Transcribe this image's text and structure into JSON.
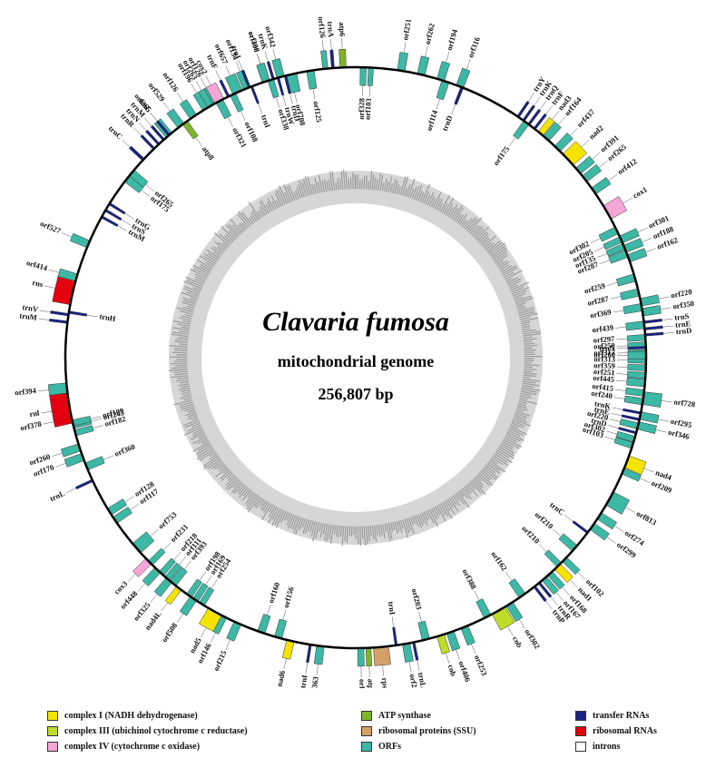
{
  "title": {
    "species": "Clavaria fumosa",
    "subtitle": "mitochondrial genome",
    "size": "256,807 bp"
  },
  "colors": {
    "complex1": "#f5e400",
    "complex3": "#bfdc2a",
    "complex4": "#f4a6d6",
    "atp": "#7fb52b",
    "ribo_ssu": "#d4a06a",
    "orf": "#3cb8a5",
    "trna": "#1a237e",
    "rrna": "#e3000f",
    "intron": "#ffffff"
  },
  "legend": [
    {
      "key": "complex1",
      "label": "complex I (NADH dehydrogenase)"
    },
    {
      "key": "complex3",
      "label": "complex III (ubichinol cytochrome c reductase)"
    },
    {
      "key": "complex4",
      "label": "complex IV (cytochrome c oxidase)"
    },
    {
      "key": "atp",
      "label": "ATP synthase"
    },
    {
      "key": "ribo_ssu",
      "label": "ribosomal proteins (SSU)"
    },
    {
      "key": "orf",
      "label": "ORFs"
    },
    {
      "key": "trna",
      "label": "transfer RNAs"
    },
    {
      "key": "rrna",
      "label": "ribosomal RNAs"
    },
    {
      "key": "intron",
      "label": "introns"
    }
  ],
  "genes": [
    {
      "name": "orf126",
      "a": -34,
      "strand": "out",
      "type": "orf",
      "w": 1.5
    },
    {
      "name": "orf196",
      "a": -31,
      "strand": "out",
      "type": "orf",
      "w": 1.5
    },
    {
      "name": "orf126",
      "a": -29,
      "strand": "out",
      "type": "orf",
      "w": 1.2
    },
    {
      "name": "orf134",
      "a": -22,
      "strand": "out",
      "type": "orf",
      "w": 1.5
    },
    {
      "name": "orf406",
      "a": -18,
      "strand": "out",
      "type": "orf",
      "w": 1.5
    },
    {
      "name": "orf126",
      "a": -6,
      "strand": "out",
      "type": "orf",
      "w": 1
    },
    {
      "name": "trnA",
      "a": -4.5,
      "strand": "out",
      "type": "trna",
      "w": 0.6
    },
    {
      "name": "atp6",
      "a": -2.5,
      "strand": "out",
      "type": "atp",
      "w": 1.2
    },
    {
      "name": "orf251",
      "a": 9,
      "strand": "out",
      "type": "orf",
      "w": 1.5
    },
    {
      "name": "orf262",
      "a": 13,
      "strand": "out",
      "type": "orf",
      "w": 1.5
    },
    {
      "name": "orf194",
      "a": 17,
      "strand": "out",
      "type": "orf",
      "w": 1.5
    },
    {
      "name": "orf316",
      "a": 21,
      "strand": "out",
      "type": "orf",
      "w": 1.5
    },
    {
      "name": "trnY",
      "a": 34,
      "strand": "out",
      "type": "trna",
      "w": 0.5
    },
    {
      "name": "trnK",
      "a": 35.3,
      "strand": "out",
      "type": "trna",
      "w": 0.5
    },
    {
      "name": "trnQ",
      "a": 36.6,
      "strand": "out",
      "type": "trna",
      "w": 0.5
    },
    {
      "name": "trnF",
      "a": 38,
      "strand": "out",
      "type": "trna",
      "w": 0.5
    },
    {
      "name": "nad3",
      "a": 39.5,
      "strand": "out",
      "type": "complex1",
      "w": 1.2
    },
    {
      "name": "orf164",
      "a": 41,
      "strand": "out",
      "type": "orf",
      "w": 1.5
    },
    {
      "name": "orf265",
      "a": -40,
      "strand": "out",
      "type": "orf",
      "w": 1.5
    },
    {
      "name": "orf708",
      "a": -13,
      "strand": "in",
      "type": "orf",
      "w": 2.5
    },
    {
      "name": "orf125",
      "a": -9,
      "strand": "in",
      "type": "orf",
      "w": 1.5
    },
    {
      "name": "orf328",
      "a": 1.5,
      "strand": "in",
      "type": "orf",
      "w": 1.2
    },
    {
      "name": "orf103",
      "a": 3,
      "strand": "in",
      "type": "orf",
      "w": 1
    },
    {
      "name": "orf114",
      "a": 18,
      "strand": "in",
      "type": "orf",
      "w": 1.5
    },
    {
      "name": "trnD",
      "a": 21.5,
      "strand": "in",
      "type": "trna",
      "w": 0.6
    },
    {
      "name": "orf175",
      "a": 36,
      "strand": "in",
      "type": "orf",
      "w": 1.3
    },
    {
      "name": "trnC",
      "a": -47,
      "strand": "out",
      "type": "trna",
      "w": 0.6
    },
    {
      "name": "atp8",
      "a": -36,
      "strand": "in",
      "type": "atp",
      "w": 1.2
    },
    {
      "name": "orf437",
      "a": 44,
      "strand": "out",
      "type": "orf",
      "w": 1.5
    },
    {
      "name": "nad2",
      "a": 47,
      "strand": "out",
      "type": "complex1",
      "w": 3
    },
    {
      "name": "orf391",
      "a": 50,
      "strand": "out",
      "type": "orf",
      "w": 1.5
    },
    {
      "name": "orf265",
      "a": 52,
      "strand": "out",
      "type": "orf",
      "w": 1.5
    },
    {
      "name": "orf412",
      "a": 55,
      "strand": "out",
      "type": "orf",
      "w": 1.5
    },
    {
      "name": "cox1",
      "a": 60,
      "strand": "out",
      "type": "complex4",
      "w": 3
    },
    {
      "name": "orf302",
      "a": 64,
      "strand": "in",
      "type": "orf",
      "w": 1.5
    },
    {
      "name": "orf205",
      "a": 66,
      "strand": "in",
      "type": "orf",
      "w": 1.2
    },
    {
      "name": "orf135",
      "a": 67.5,
      "strand": "in",
      "type": "orf",
      "w": 1.2
    },
    {
      "name": "orf287",
      "a": 69,
      "strand": "in",
      "type": "orf",
      "w": 1.5
    },
    {
      "name": "orf301",
      "a": 66,
      "strand": "out",
      "type": "orf",
      "w": 1.5
    },
    {
      "name": "orf188",
      "a": 68,
      "strand": "out",
      "type": "orf",
      "w": 1.5
    },
    {
      "name": "orf162",
      "a": 70,
      "strand": "out",
      "type": "orf",
      "w": 1.5
    },
    {
      "name": "orf259",
      "a": 74,
      "strand": "in",
      "type": "orf",
      "w": 1.5
    },
    {
      "name": "orf287",
      "a": 77,
      "strand": "in",
      "type": "orf",
      "w": 1.5
    },
    {
      "name": "orf369",
      "a": 80,
      "strand": "in",
      "type": "orf",
      "w": 1.5
    },
    {
      "name": "orf220",
      "a": 79,
      "strand": "out",
      "type": "orf",
      "w": 1.5
    },
    {
      "name": "orf350",
      "a": 81,
      "strand": "out",
      "type": "orf",
      "w": 1.5
    },
    {
      "name": "trnS",
      "a": 83,
      "strand": "out",
      "type": "trna",
      "w": 0.5
    },
    {
      "name": "trnE",
      "a": 84.3,
      "strand": "out",
      "type": "trna",
      "w": 0.5
    },
    {
      "name": "trnD",
      "a": 85.5,
      "strand": "out",
      "type": "trna",
      "w": 0.5
    },
    {
      "name": "orf439",
      "a": 83.5,
      "strand": "in",
      "type": "orf",
      "w": 1.5
    },
    {
      "name": "orf297",
      "a": 86,
      "strand": "in",
      "type": "orf",
      "w": 1.2
    },
    {
      "name": "orf258",
      "a": 87.5,
      "strand": "in",
      "type": "orf",
      "w": 1.2
    },
    {
      "name": "orf317",
      "a": 89,
      "strand": "in",
      "type": "orf",
      "w": 1.2
    },
    {
      "name": "orf313",
      "a": 90.5,
      "strand": "in",
      "type": "orf",
      "w": 1.2
    },
    {
      "name": "orf359",
      "a": 92,
      "strand": "in",
      "type": "orf",
      "w": 1.2
    },
    {
      "name": "orf251",
      "a": 93.5,
      "strand": "in",
      "type": "orf",
      "w": 1.2
    },
    {
      "name": "orf445",
      "a": 95,
      "strand": "in",
      "type": "orf",
      "w": 1.5
    },
    {
      "name": "trnN",
      "a": 88,
      "strand": "in",
      "type": "trna",
      "w": 0.5
    },
    {
      "name": "orf260",
      "a": 89.5,
      "strand": "in",
      "type": "orf",
      "w": 1.5
    },
    {
      "name": "orf415",
      "a": 97,
      "strand": "in",
      "type": "orf",
      "w": 1.3
    },
    {
      "name": "orf240",
      "a": 98.7,
      "strand": "in",
      "type": "orf",
      "w": 1.3
    },
    {
      "name": "orf728",
      "a": 98,
      "strand": "out",
      "type": "orf",
      "w": 2.5
    },
    {
      "name": "trnK",
      "a": 101,
      "strand": "in",
      "type": "trna",
      "w": 0.5
    },
    {
      "name": "trnE",
      "a": 102.3,
      "strand": "in",
      "type": "trna",
      "w": 0.5
    },
    {
      "name": "orf220",
      "a": 103.6,
      "strand": "in",
      "type": "orf",
      "w": 1.2
    },
    {
      "name": "trnD",
      "a": 105,
      "strand": "in",
      "type": "trna",
      "w": 0.5
    },
    {
      "name": "orf302",
      "a": 106.3,
      "strand": "in",
      "type": "orf",
      "w": 1.2
    },
    {
      "name": "orf103",
      "a": 107.6,
      "strand": "in",
      "type": "orf",
      "w": 1.2
    },
    {
      "name": "orf295",
      "a": 101.5,
      "strand": "out",
      "type": "orf",
      "w": 1.5
    },
    {
      "name": "orf346",
      "a": 103.5,
      "strand": "out",
      "type": "orf",
      "w": 1.5
    },
    {
      "name": "nad4",
      "a": 111,
      "strand": "out",
      "type": "complex1",
      "w": 2.5
    },
    {
      "name": "orf209",
      "a": 113,
      "strand": "out",
      "type": "orf",
      "w": 1.2
    },
    {
      "name": "orf813",
      "a": 119,
      "strand": "out",
      "type": "orf",
      "w": 3
    },
    {
      "name": "orf274",
      "a": 123,
      "strand": "out",
      "type": "orf",
      "w": 1.5
    },
    {
      "name": "orf299",
      "a": 125.5,
      "strand": "out",
      "type": "orf",
      "w": 1.5
    },
    {
      "name": "trnC",
      "a": 127,
      "strand": "in",
      "type": "trna",
      "w": 0.5
    },
    {
      "name": "orf210",
      "a": 131,
      "strand": "in",
      "type": "orf",
      "w": 1.5
    },
    {
      "name": "orf102",
      "a": 134,
      "strand": "out",
      "type": "orf",
      "w": 1.2
    },
    {
      "name": "orf210",
      "a": 135.5,
      "strand": "in",
      "type": "orf",
      "w": 1.2
    },
    {
      "name": "nad1",
      "a": 136,
      "strand": "out",
      "type": "complex1",
      "w": 1.5
    },
    {
      "name": "orf168",
      "a": 138,
      "strand": "out",
      "type": "orf",
      "w": 1.2
    },
    {
      "name": "orf167",
      "a": 139.5,
      "strand": "out",
      "type": "orf",
      "w": 1.2
    },
    {
      "name": "trnR",
      "a": 140.8,
      "strand": "out",
      "type": "trna",
      "w": 0.5
    },
    {
      "name": "trnP",
      "a": 142,
      "strand": "out",
      "type": "trna",
      "w": 0.5
    },
    {
      "name": "orf162",
      "a": 145,
      "strand": "in",
      "type": "orf",
      "w": 1.5
    },
    {
      "name": "orf302",
      "a": 148,
      "strand": "out",
      "type": "orf",
      "w": 1.5
    },
    {
      "name": "cob",
      "a": 150.5,
      "strand": "out",
      "type": "complex3",
      "w": 3
    },
    {
      "name": "orf388",
      "a": 153,
      "strand": "in",
      "type": "orf",
      "w": 1.5
    },
    {
      "name": "orf253",
      "a": 158,
      "strand": "out",
      "type": "orf",
      "w": 1.5
    },
    {
      "name": "orf406",
      "a": 161,
      "strand": "out",
      "type": "orf",
      "w": 1.5
    },
    {
      "name": "cob",
      "a": 163,
      "strand": "out",
      "type": "complex3",
      "w": 1.5
    },
    {
      "name": "orf203",
      "a": 166,
      "strand": "in",
      "type": "orf",
      "w": 1.5
    },
    {
      "name": "trnL",
      "a": 168.5,
      "strand": "out",
      "type": "trna",
      "w": 0.5
    },
    {
      "name": "orf246",
      "a": 170,
      "strand": "out",
      "type": "orf",
      "w": 1.5
    },
    {
      "name": "trnI",
      "a": 172,
      "strand": "in",
      "type": "trna",
      "w": 0.5
    },
    {
      "name": "rps3",
      "a": 175,
      "strand": "out",
      "type": "ribo_ssu",
      "w": 3
    },
    {
      "name": "atp9",
      "a": 177.5,
      "strand": "out",
      "type": "atp",
      "w": 1
    },
    {
      "name": "orf187",
      "a": 179,
      "strand": "out",
      "type": "orf",
      "w": 1.2
    },
    {
      "name": "orf363",
      "a": 187,
      "strand": "out",
      "type": "orf",
      "w": 1.5
    },
    {
      "name": "trnI",
      "a": 189,
      "strand": "out",
      "type": "trna",
      "w": 0.5
    },
    {
      "name": "nad6",
      "a": 193,
      "strand": "out",
      "type": "complex1",
      "w": 1.5
    },
    {
      "name": "orf156",
      "a": 195.5,
      "strand": "in",
      "type": "orf",
      "w": 1.5
    },
    {
      "name": "orf160",
      "a": 199,
      "strand": "in",
      "type": "orf",
      "w": 1.5
    },
    {
      "name": "orf215",
      "a": 204,
      "strand": "out",
      "type": "orf",
      "w": 1.5
    },
    {
      "name": "orf146",
      "a": 207,
      "strand": "out",
      "type": "orf",
      "w": 1.2
    },
    {
      "name": "nad5",
      "a": 209,
      "strand": "out",
      "type": "complex1",
      "w": 3
    },
    {
      "name": "orf254",
      "a": 212,
      "strand": "in",
      "type": "orf",
      "w": 1.2
    },
    {
      "name": "orf169",
      "a": 213.5,
      "strand": "in",
      "type": "orf",
      "w": 1.2
    },
    {
      "name": "orf198",
      "a": 215,
      "strand": "in",
      "type": "orf",
      "w": 1.2
    },
    {
      "name": "orf508",
      "a": 214,
      "strand": "out",
      "type": "orf",
      "w": 1.5
    },
    {
      "name": "nad4L",
      "a": 217.5,
      "strand": "out",
      "type": "complex1",
      "w": 1.2
    },
    {
      "name": "orf325",
      "a": 220,
      "strand": "out",
      "type": "orf",
      "w": 1.5
    },
    {
      "name": "orf448",
      "a": 223,
      "strand": "out",
      "type": "orf",
      "w": 1.5
    },
    {
      "name": "cox3",
      "a": 225.5,
      "strand": "out",
      "type": "complex4",
      "w": 1.5
    },
    {
      "name": "orf231",
      "a": 225,
      "strand": "in",
      "type": "orf",
      "w": 1.2
    },
    {
      "name": "orf117",
      "a": 236,
      "strand": "in",
      "type": "orf",
      "w": 1.5
    },
    {
      "name": "orf128",
      "a": 238,
      "strand": "in",
      "type": "orf",
      "w": 1.5
    },
    {
      "name": "trnL",
      "a": 245,
      "strand": "out",
      "type": "trna",
      "w": 0.5
    },
    {
      "name": "orf753",
      "a": 229,
      "strand": "in",
      "type": "orf",
      "w": 2.5
    },
    {
      "name": "orf218",
      "a": 222,
      "strand": "in",
      "type": "orf",
      "w": 1.2
    },
    {
      "name": "orf111",
      "a": 220.5,
      "strand": "in",
      "type": "orf",
      "w": 1.2
    },
    {
      "name": "orf393",
      "a": 219,
      "strand": "in",
      "type": "orf",
      "w": 1.5
    },
    {
      "name": "orf360",
      "a": 248,
      "strand": "in",
      "type": "orf",
      "w": 1.5
    },
    {
      "name": "orf170",
      "a": 250,
      "strand": "out",
      "type": "orf",
      "w": 1.5
    },
    {
      "name": "orf260",
      "a": 252,
      "strand": "out",
      "type": "orf",
      "w": 1.5
    },
    {
      "name": "orf182",
      "a": 255,
      "strand": "in",
      "type": "orf",
      "w": 1.2
    },
    {
      "name": "orf245",
      "a": 256.5,
      "strand": "in",
      "type": "orf",
      "w": 1.2
    },
    {
      "name": "orf109",
      "a": 257,
      "strand": "in",
      "type": "orf",
      "w": 1.2
    },
    {
      "name": "orf378",
      "a": 258,
      "strand": "out",
      "type": "orf",
      "w": 1.5
    },
    {
      "name": "rnl",
      "a": 260,
      "strand": "out",
      "type": "rrna",
      "w": 6
    },
    {
      "name": "orf394",
      "a": 264,
      "strand": "out",
      "type": "orf",
      "w": 2
    },
    {
      "name": "trnM",
      "a": 277,
      "strand": "out",
      "type": "trna",
      "w": 0.5
    },
    {
      "name": "trnV",
      "a": 278.5,
      "strand": "out",
      "type": "trna",
      "w": 0.5
    },
    {
      "name": "trnH",
      "a": 279,
      "strand": "in",
      "type": "trna",
      "w": 0.5
    },
    {
      "name": "rns",
      "a": 283,
      "strand": "out",
      "type": "rrna",
      "w": 5
    },
    {
      "name": "orf414",
      "a": 286,
      "strand": "out",
      "type": "orf",
      "w": 1.5
    },
    {
      "name": "orf527",
      "a": 293,
      "strand": "out",
      "type": "orf",
      "w": 1.5
    },
    {
      "name": "trnM",
      "a": 299,
      "strand": "in",
      "type": "trna",
      "w": 0.5
    },
    {
      "name": "trnS",
      "a": 300.5,
      "strand": "in",
      "type": "trna",
      "w": 0.5
    },
    {
      "name": "trnG",
      "a": 302,
      "strand": "in",
      "type": "trna",
      "w": 0.5
    },
    {
      "name": "orf175",
      "a": 308,
      "strand": "in",
      "type": "orf",
      "w": 1.5
    },
    {
      "name": "orf265",
      "a": 309.5,
      "strand": "in",
      "type": "orf",
      "w": 1.5
    },
    {
      "name": "trnR",
      "a": 316,
      "strand": "out",
      "type": "trna",
      "w": 0.5
    },
    {
      "name": "trnN",
      "a": 317.3,
      "strand": "out",
      "type": "trna",
      "w": 0.5
    },
    {
      "name": "trnM",
      "a": 318.6,
      "strand": "out",
      "type": "trna",
      "w": 0.5
    },
    {
      "name": "trnL",
      "a": 320,
      "strand": "out",
      "type": "trna",
      "w": 0.5
    },
    {
      "name": "orf529",
      "a": 323,
      "strand": "out",
      "type": "orf",
      "w": 1.5
    },
    {
      "name": "orf263",
      "a": 330,
      "strand": "out",
      "type": "orf",
      "w": 1.2
    },
    {
      "name": "cox2",
      "a": 332,
      "strand": "out",
      "type": "complex4",
      "w": 2
    },
    {
      "name": "trnF",
      "a": 334,
      "strand": "out",
      "type": "trna",
      "w": 0.5
    },
    {
      "name": "orf657",
      "a": 336,
      "strand": "out",
      "type": "orf",
      "w": 2
    },
    {
      "name": "trnI",
      "a": 338.5,
      "strand": "out",
      "type": "trna",
      "w": 0.5
    },
    {
      "name": "orf321",
      "a": 332,
      "strand": "in",
      "type": "orf",
      "w": 1.5
    },
    {
      "name": "orf108",
      "a": 335,
      "strand": "in",
      "type": "orf",
      "w": 1.2
    },
    {
      "name": "trnI",
      "a": 339,
      "strand": "in",
      "type": "trna",
      "w": 0.5
    },
    {
      "name": "orf388",
      "a": 342,
      "strand": "out",
      "type": "orf",
      "w": 1.5
    },
    {
      "name": "trnK",
      "a": 343.5,
      "strand": "out",
      "type": "trna",
      "w": 0.5
    },
    {
      "name": "orf342",
      "a": 345,
      "strand": "out",
      "type": "orf",
      "w": 1.5
    },
    {
      "name": "orf338",
      "a": 343,
      "strand": "in",
      "type": "orf",
      "w": 1.2
    },
    {
      "name": "trnW",
      "a": 344.5,
      "strand": "in",
      "type": "trna",
      "w": 0.5
    },
    {
      "name": "trnD",
      "a": 346,
      "strand": "in",
      "type": "trna",
      "w": 0.5
    }
  ]
}
